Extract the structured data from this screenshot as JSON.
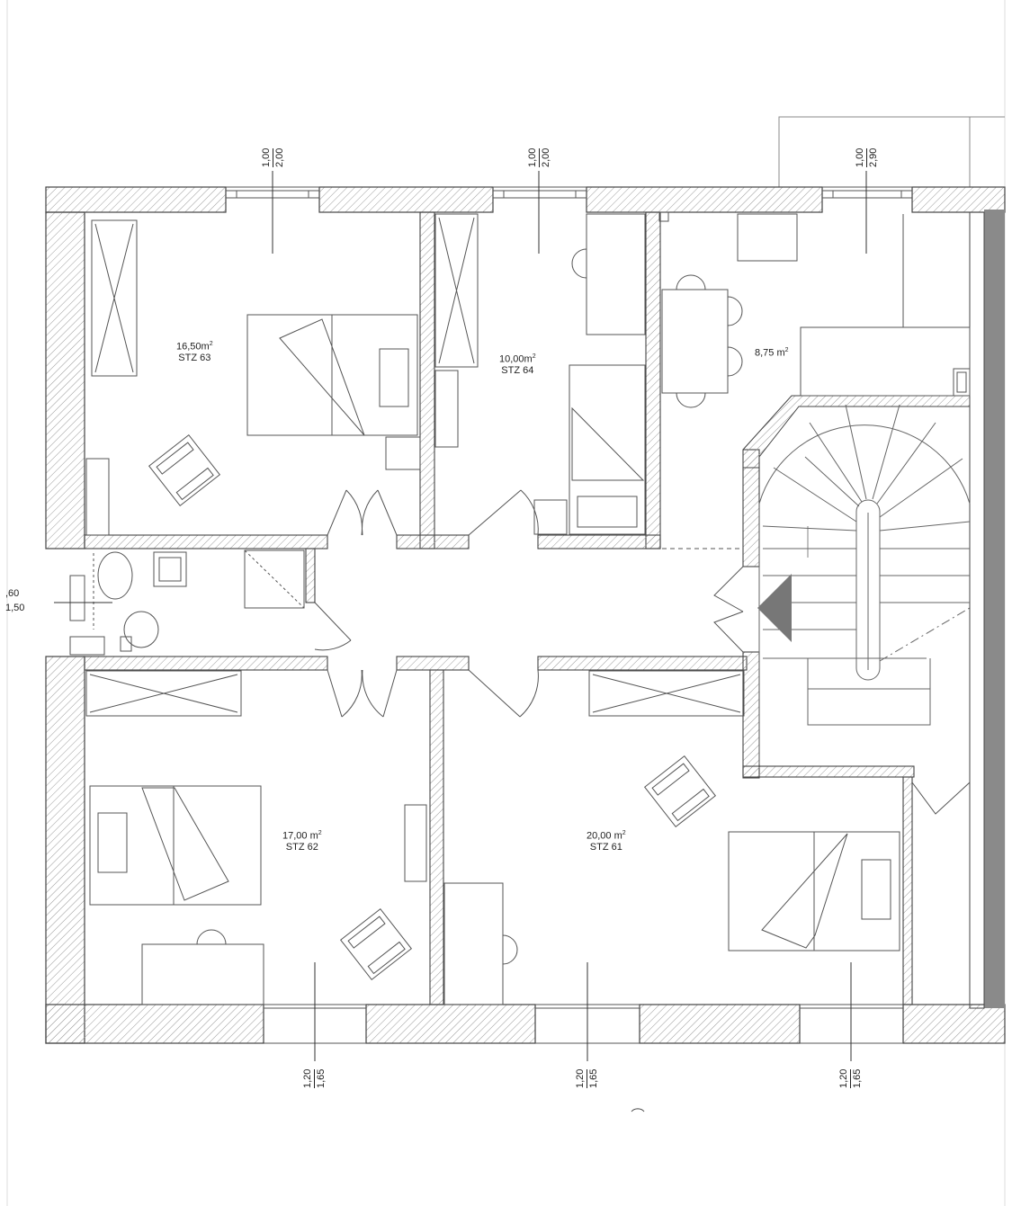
{
  "plan": {
    "rooms": [
      {
        "id": "stz63",
        "area": "16,50m",
        "area_sup": "2",
        "name": "STZ 63"
      },
      {
        "id": "stz64",
        "area": "10,00m",
        "area_sup": "2",
        "name": "STZ 64"
      },
      {
        "id": "kitchen",
        "area": "8,75 m",
        "area_sup": "2",
        "name": ""
      },
      {
        "id": "stz62",
        "area": "17,00 m",
        "area_sup": "2",
        "name": "STZ 62"
      },
      {
        "id": "stz61",
        "area": "20,00 m",
        "area_sup": "2",
        "name": "STZ 61"
      }
    ],
    "window_dims": {
      "top": [
        {
          "a": "1,00",
          "b": "2,00"
        },
        {
          "a": "1,00",
          "b": "2,00"
        },
        {
          "a": "1,00",
          "b": "2,90"
        }
      ],
      "bottom": [
        {
          "a": "1,20",
          "b": "1,65"
        },
        {
          "a": "1,20",
          "b": "1,65"
        },
        {
          "a": "1,20",
          "b": "1,65"
        }
      ],
      "left": {
        "a": ",60",
        "b": "1,50"
      }
    },
    "colors": {
      "wall_line": "#444444",
      "hatch": "#9a9a9a",
      "stair_arrow": "#777777",
      "side_bar": "#8a8a8a"
    }
  }
}
